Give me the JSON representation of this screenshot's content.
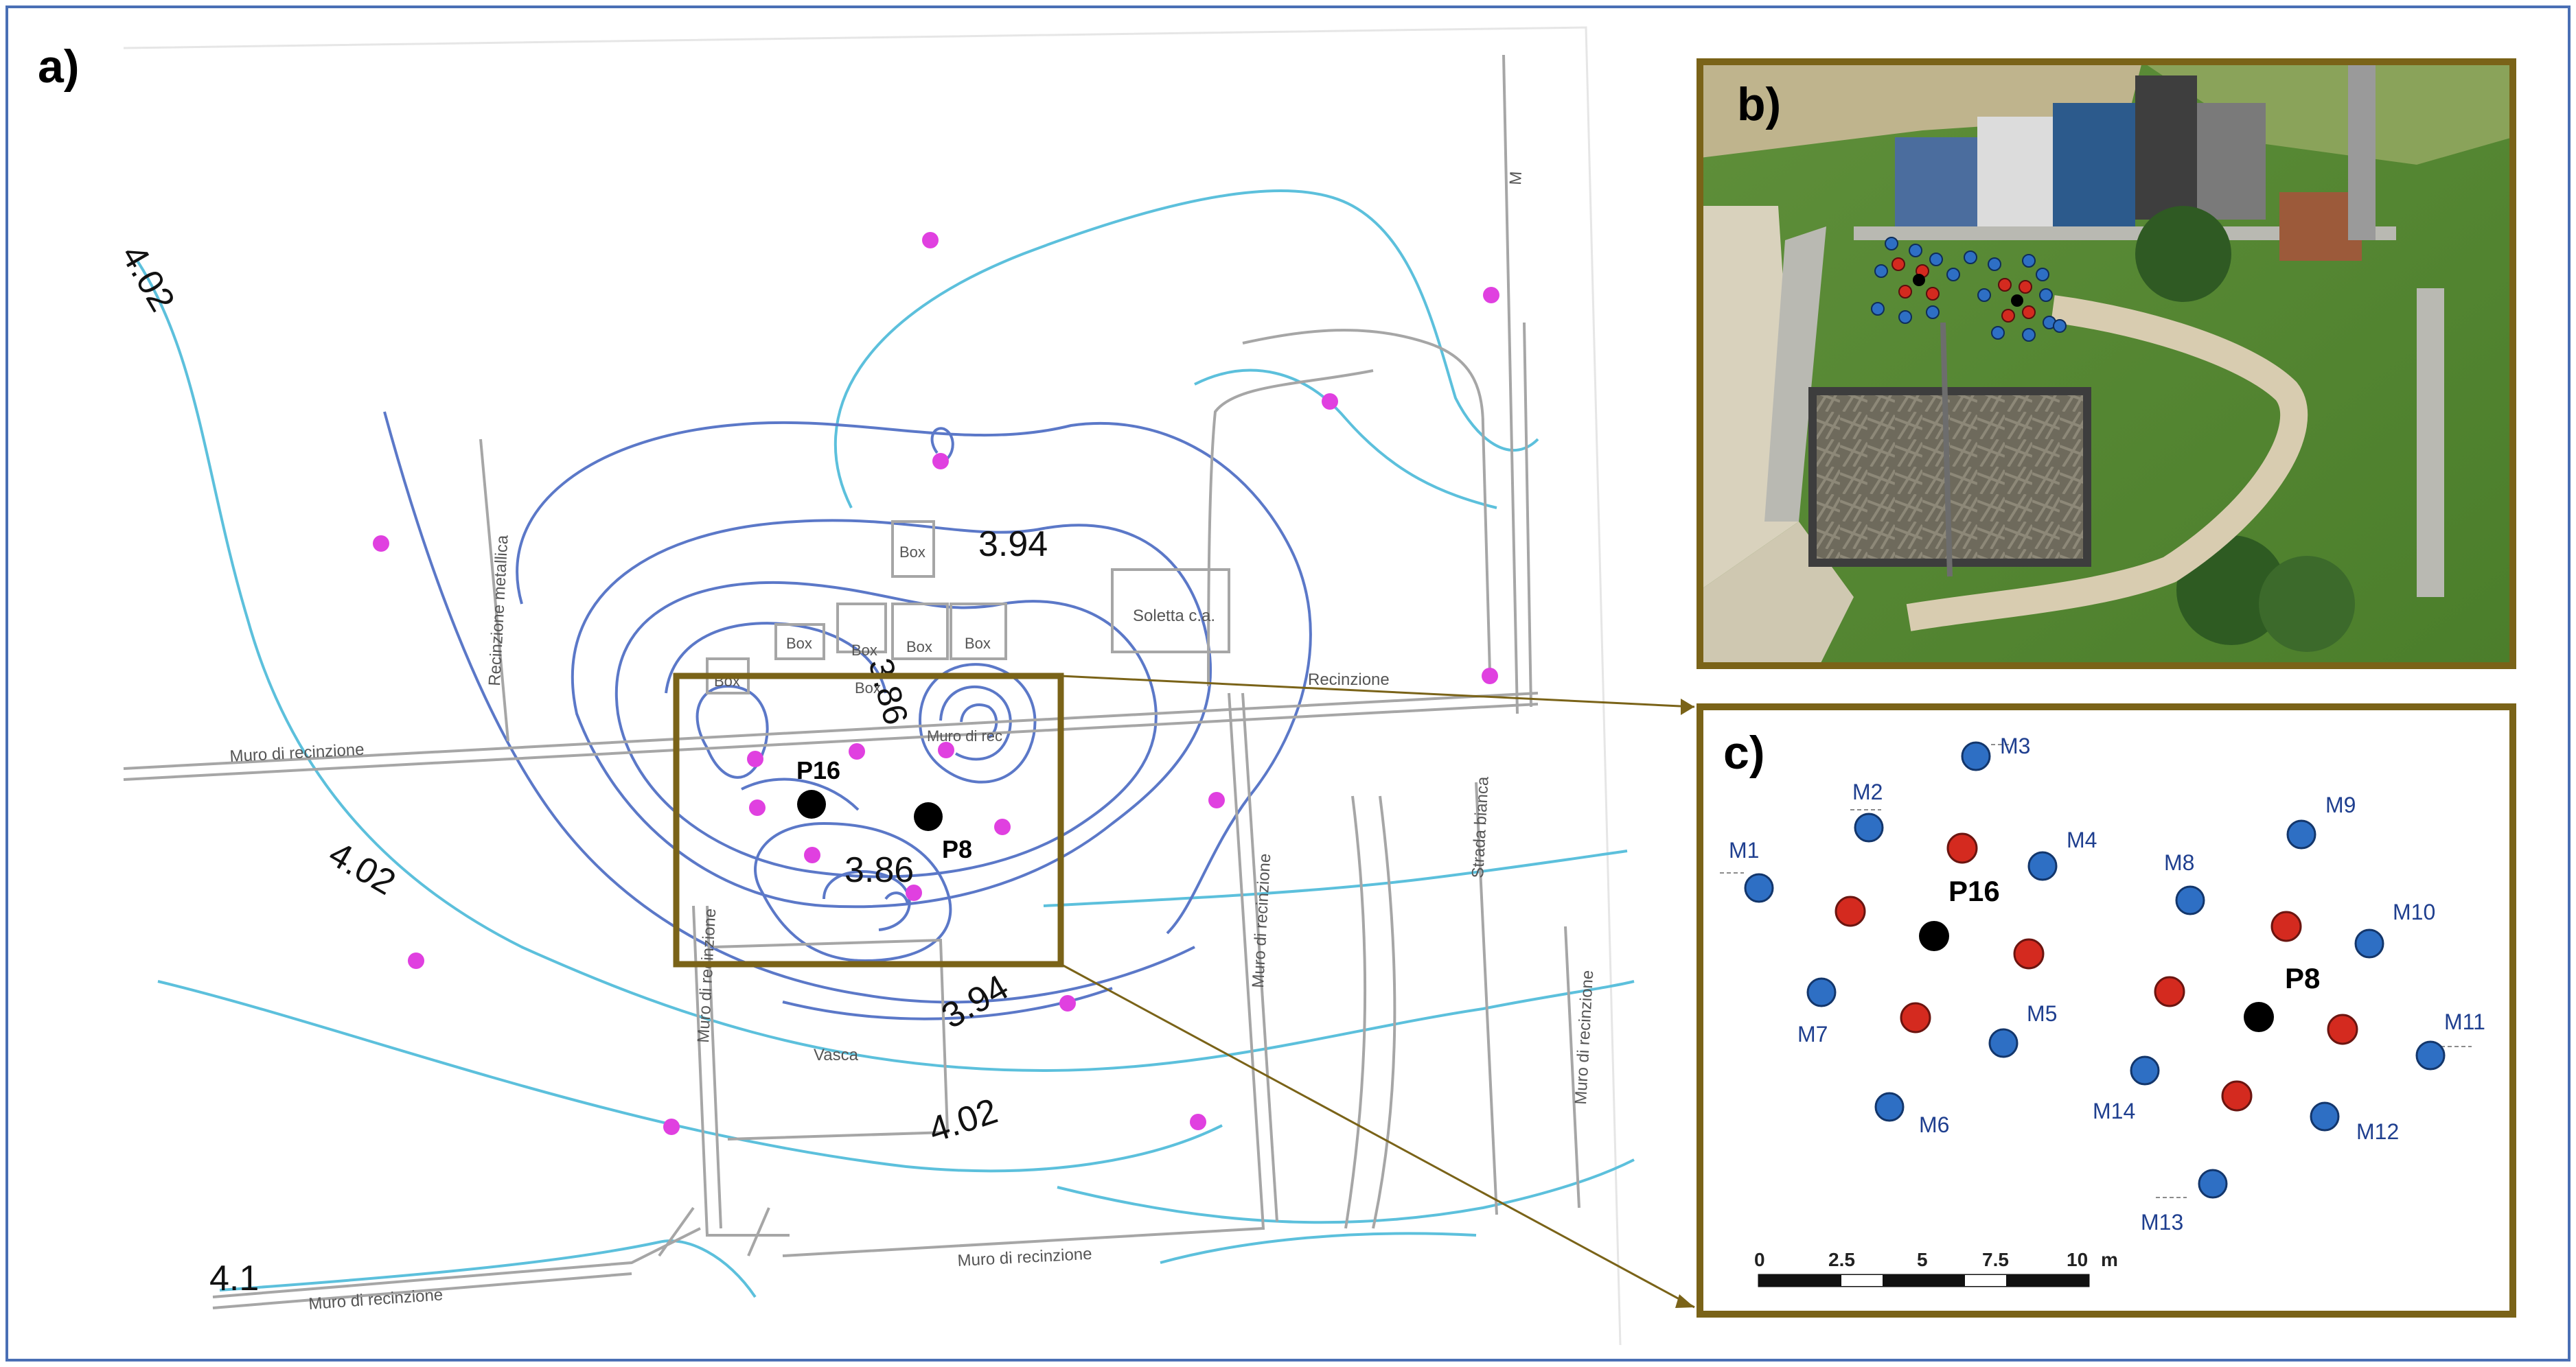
{
  "colors": {
    "frame_border": "#4a6fb5",
    "panel_border": "#7a6318",
    "contour_dark": "#5b78c8",
    "contour_light": "#5cc0dc",
    "wall": "#a6a6a6",
    "survey_point": "#e040e0",
    "well": "#000000",
    "monitor_blue": "#2e6fc4",
    "injection_red": "#d42a1f"
  },
  "panel_a": {
    "letter": "a)",
    "contour_values": [
      "4.02",
      "4.02",
      "3.94",
      "3.86",
      "3.86",
      "3.94",
      "4.02",
      "4.1"
    ],
    "map_labels": {
      "fence_metal": "Recinzione metallica",
      "box": [
        "Box",
        "Box",
        "Box",
        "Box",
        "Box",
        "Box",
        "Box"
      ],
      "slab": "Soletta c.a.",
      "fence": "Recinzione",
      "wall_left": "Muro di recinzione",
      "wall_right": "Muro di recinzione",
      "wall_bottom_left": "Muro di recinzione",
      "wall_bottom_mid": "Muro di recinzione",
      "wall_inner": "Muro di recinzione",
      "wall_far_right": "Muro di recinzione",
      "road": "Strada bianca",
      "tank": "Vasca",
      "muro_box": "Muro di rec",
      "top_right": "M"
    },
    "wells": [
      "P16",
      "P8"
    ]
  },
  "panel_b": {
    "letter": "b)"
  },
  "panel_c": {
    "letter": "c)",
    "wells": [
      "P16",
      "P8"
    ],
    "monitors": [
      "M1",
      "M2",
      "M3",
      "M4",
      "M5",
      "M6",
      "M7",
      "M8",
      "M9",
      "M10",
      "M11",
      "M12",
      "M13",
      "M14"
    ],
    "scale": {
      "ticks": [
        "0",
        "2.5",
        "5",
        "7.5",
        "10"
      ],
      "unit": "m"
    }
  }
}
